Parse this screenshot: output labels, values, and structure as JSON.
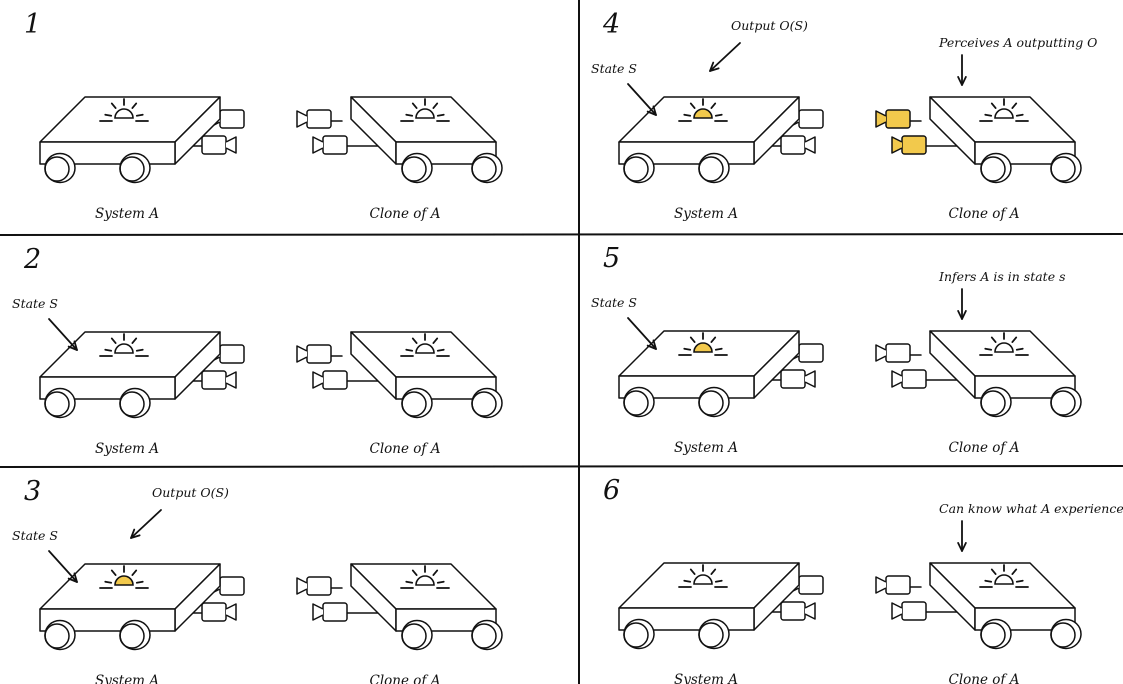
{
  "panels": [
    {
      "number": "1",
      "system_label": "System A",
      "clone_label": "Clone of A",
      "state_label": "",
      "output_label": "",
      "clone_note": "",
      "state_lit": false,
      "camera_lit": false
    },
    {
      "number": "2",
      "system_label": "System A",
      "clone_label": "Clone of A",
      "state_label": "State S",
      "output_label": "",
      "clone_note": "",
      "state_lit": false,
      "camera_lit": false
    },
    {
      "number": "3",
      "system_label": "System A",
      "clone_label": "Clone of A",
      "state_label": "State S",
      "output_label": "Output O(S)",
      "clone_note": "",
      "state_lit": true,
      "camera_lit": false
    },
    {
      "number": "4",
      "system_label": "System A",
      "clone_label": "Clone of A",
      "state_label": "State S",
      "output_label": "Output O(S)",
      "clone_note": "Perceives A outputting O",
      "state_lit": true,
      "camera_lit": true
    },
    {
      "number": "5",
      "system_label": "System A",
      "clone_label": "Clone of A",
      "state_label": "State S",
      "output_label": "",
      "clone_note": "Infers A is in state s",
      "state_lit": true,
      "camera_lit": false
    },
    {
      "number": "6",
      "system_label": "System A",
      "clone_label": "Clone of A",
      "state_label": "",
      "output_label": "",
      "clone_note": "Can know what A experienced",
      "state_lit": false,
      "camera_lit": false
    }
  ],
  "colors": {
    "ink": "#111111",
    "highlight": "#f2c94c",
    "background": "#ffffff"
  },
  "icons": {
    "state_indicator": "sun-icon",
    "sensor": "camera-icon",
    "wheel": "wheel-icon",
    "pointer": "arrow-icon"
  }
}
